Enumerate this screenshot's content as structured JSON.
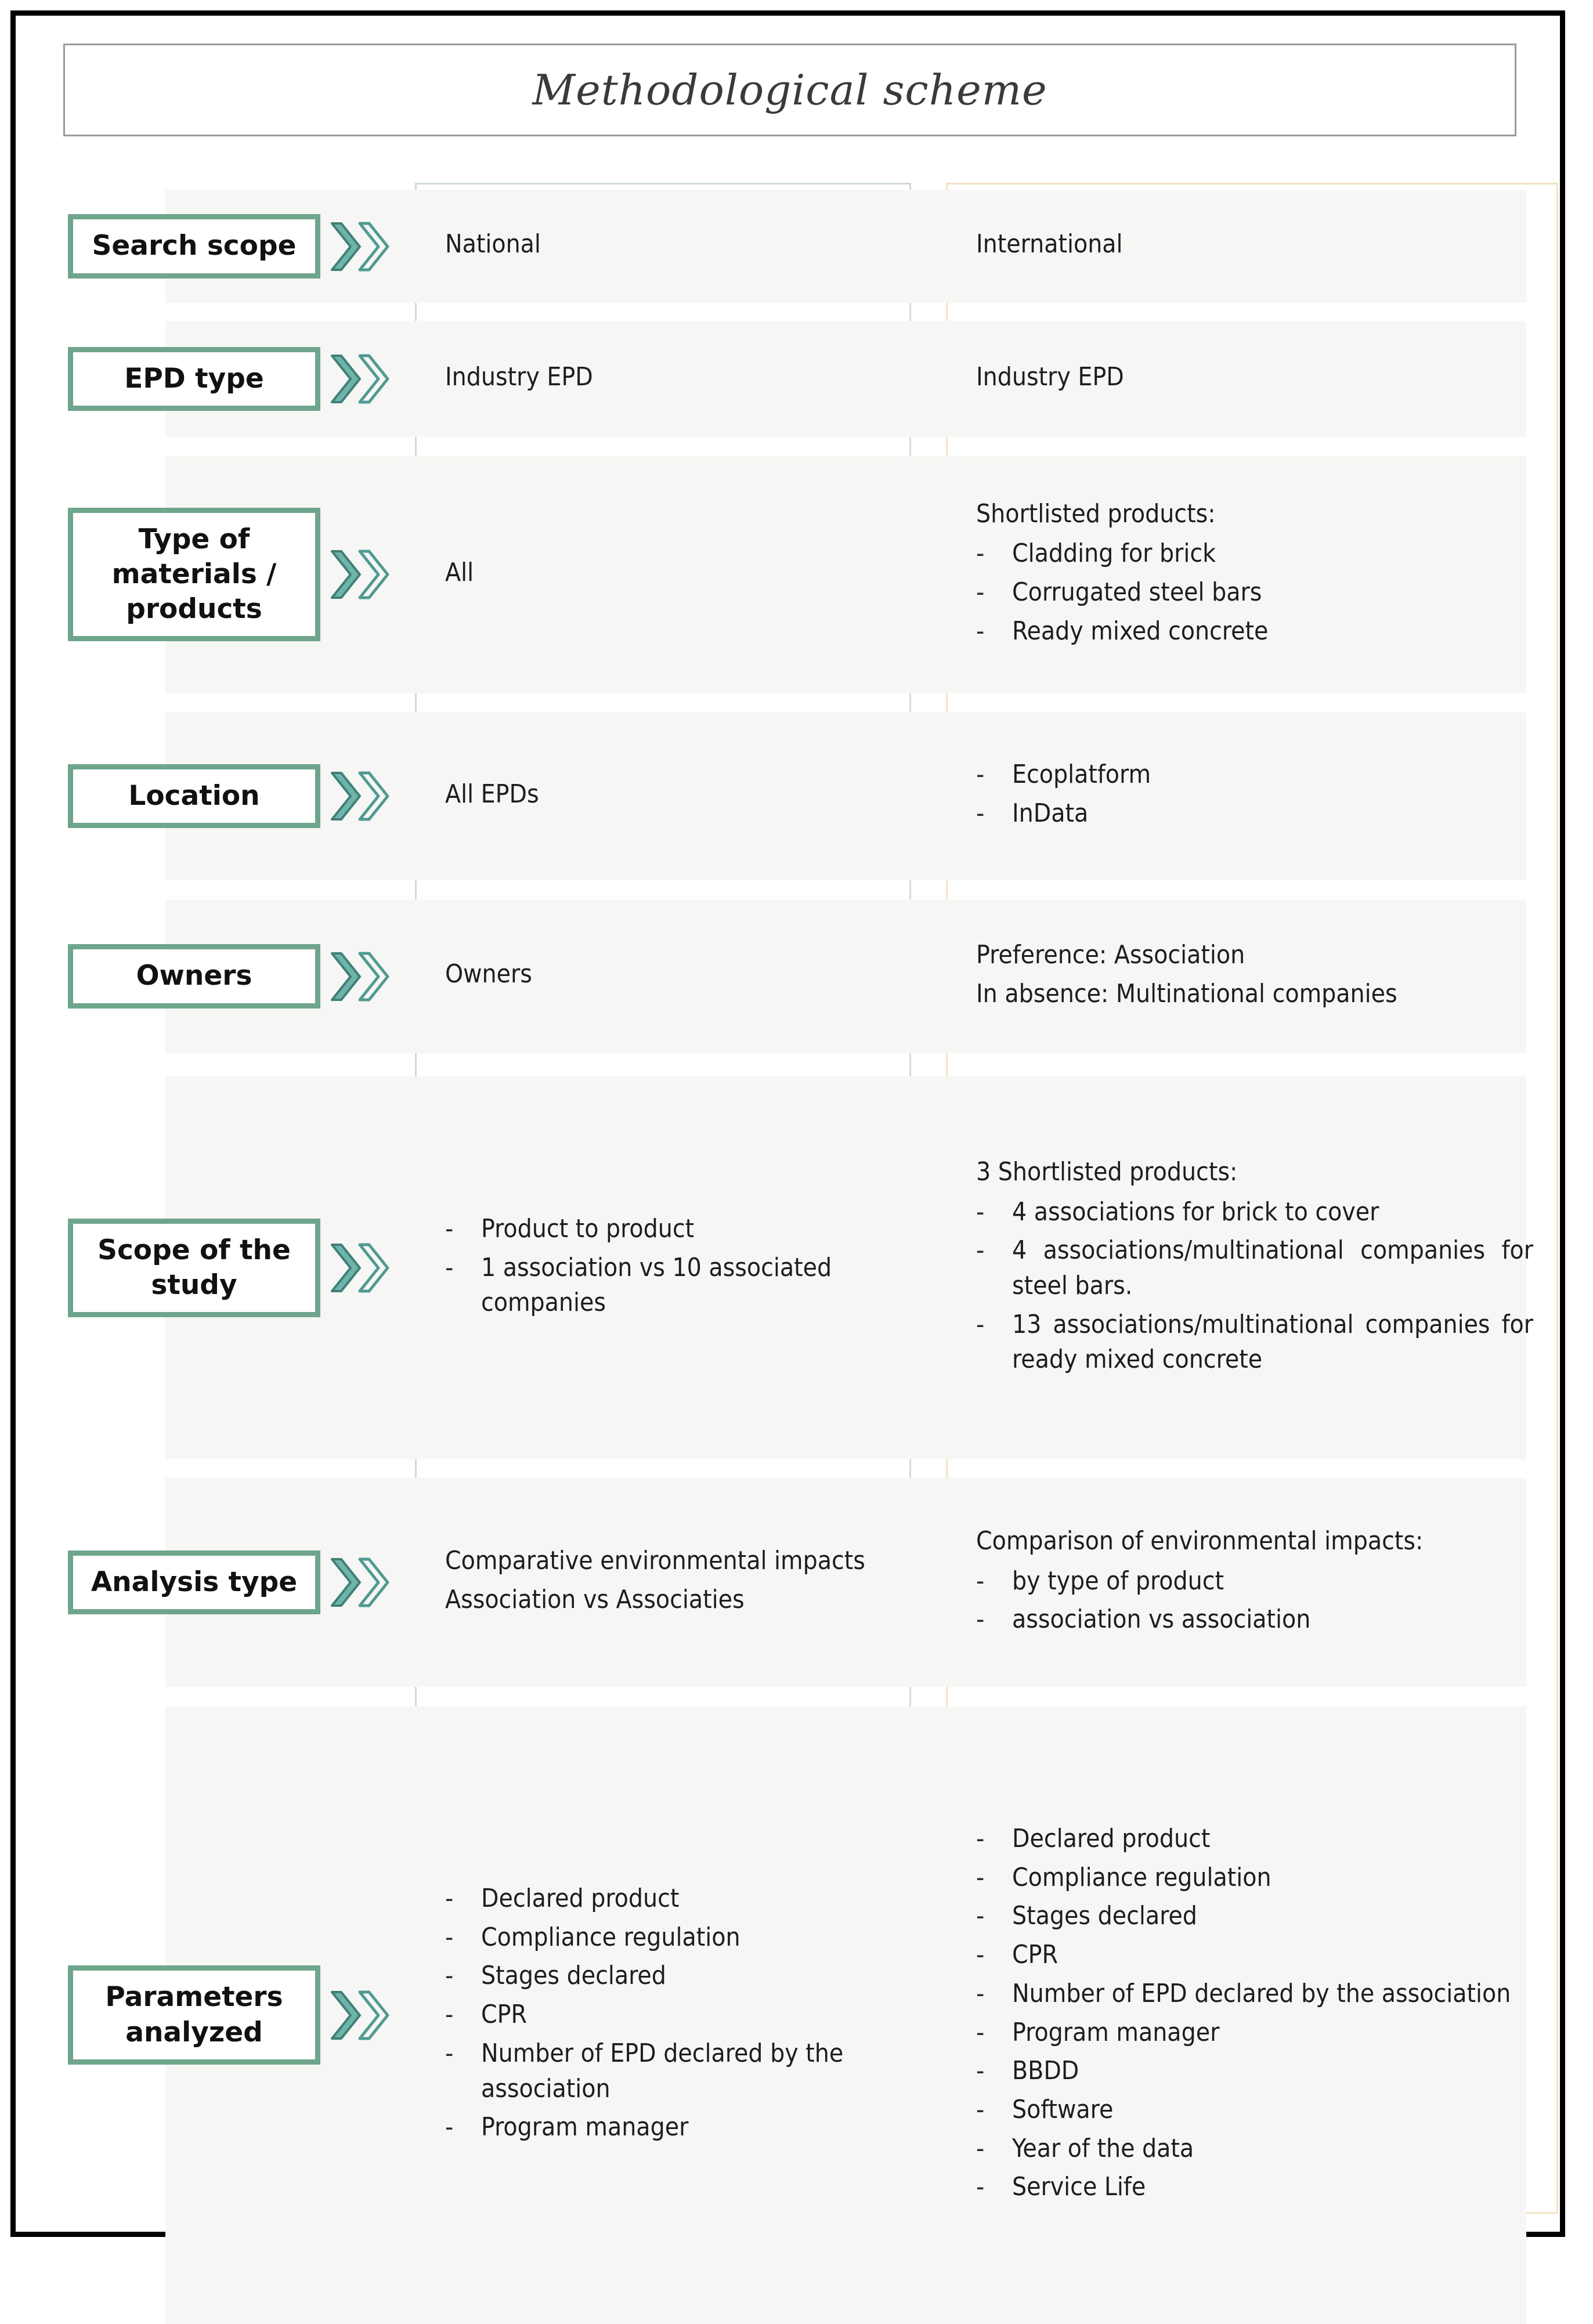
{
  "title": "Methodological scheme",
  "colors": {
    "label_border": "#6fa58c",
    "chevron_fill": "#5aa79c",
    "chevron_outline": "#5aa79c",
    "left_column_border": "#cfdcd2",
    "right_column_border": "#f2e2c2",
    "row_band": "#f6f6f4",
    "frame": "#000000"
  },
  "columns": [
    {
      "id": "national",
      "name": "left"
    },
    {
      "id": "international",
      "name": "right"
    }
  ],
  "rows": [
    {
      "label": "Search scope",
      "left": {
        "lines": [
          "National"
        ],
        "items": []
      },
      "right": {
        "lines": [
          "International"
        ],
        "items": []
      }
    },
    {
      "label": "EPD type",
      "left": {
        "lines": [
          "Industry EPD"
        ],
        "items": []
      },
      "right": {
        "lines": [
          "Industry EPD"
        ],
        "items": []
      }
    },
    {
      "label": "Type of materials / products",
      "left": {
        "lines": [
          "All"
        ],
        "items": []
      },
      "right": {
        "lines": [
          "Shortlisted products:"
        ],
        "items": [
          "Cladding for brick",
          "Corrugated steel bars",
          "Ready mixed concrete"
        ]
      }
    },
    {
      "label": "Location",
      "left": {
        "lines": [
          "All EPDs"
        ],
        "items": []
      },
      "right": {
        "lines": [],
        "items": [
          "Ecoplatform",
          "InData"
        ]
      }
    },
    {
      "label": "Owners",
      "left": {
        "lines": [
          "Owners"
        ],
        "items": []
      },
      "right": {
        "lines": [
          "Preference: Association",
          "In absence: Multinational companies"
        ],
        "items": []
      }
    },
    {
      "label": "Scope of the study",
      "left": {
        "lines": [],
        "items": [
          "Product to product",
          "1 association vs 10 associated companies"
        ]
      },
      "right": {
        "lines": [
          "3 Shortlisted products:"
        ],
        "items": [
          "4 associations for brick to cover",
          "4 associations/multinational companies for steel bars.",
          "13 associations/multinational companies for ready mixed concrete"
        ],
        "justify": true
      }
    },
    {
      "label": "Analysis type",
      "left": {
        "lines": [
          "Comparative environmental impacts",
          "Association vs Associaties"
        ],
        "items": [],
        "justify": true
      },
      "right": {
        "lines": [
          "Comparison of environmental impacts:"
        ],
        "items": [
          "by type of product",
          "association vs association"
        ]
      }
    },
    {
      "label": "Parameters analyzed",
      "left": {
        "lines": [],
        "items": [
          "Declared product",
          "Compliance regulation",
          "Stages declared",
          "CPR",
          "Number of EPD declared by the association",
          "Program manager"
        ]
      },
      "right": {
        "lines": [],
        "items": [
          "Declared product",
          "Compliance regulation",
          "Stages declared",
          "CPR",
          "Number of EPD declared by the association",
          "Program manager",
          "BBDD",
          "Software",
          "Year of the data",
          "Service Life"
        ]
      }
    }
  ],
  "bullet_dash": "-"
}
